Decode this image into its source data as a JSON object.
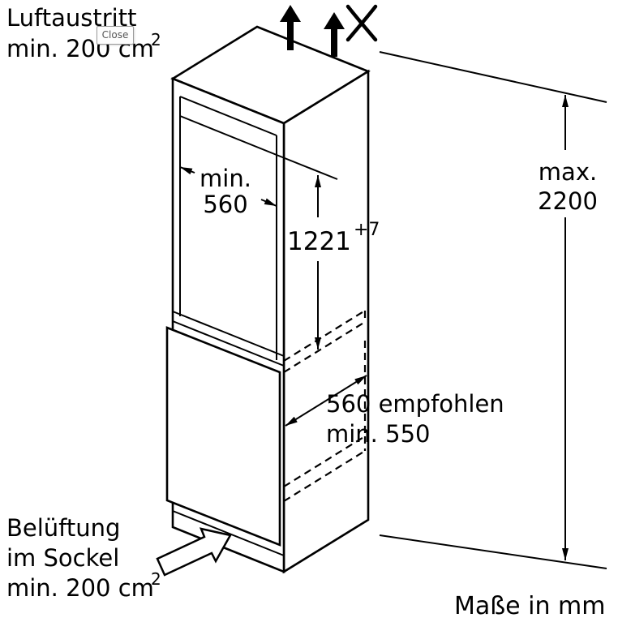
{
  "meta": {
    "colors": {
      "background": "#ffffff",
      "line": "#000000",
      "close_button_border": "#9a9a9a",
      "close_button_text": "#555555"
    }
  },
  "overlay": {
    "close_label": "Close"
  },
  "labels": {
    "air_outlet_line1": "Luftaustritt",
    "air_outlet_line2": "min. 200 cm",
    "air_outlet_sup": "2",
    "niche_width_line1": "min.",
    "niche_width_line2": "560",
    "niche_height_value": "1221",
    "niche_height_sup": "+7",
    "max_height_line1": "max.",
    "max_height_line2": "2200",
    "depth_line1": "560 empfohlen",
    "depth_line2": "min. 550",
    "base_vent_line1": "Belüftung",
    "base_vent_line2": "im Sockel",
    "base_vent_line3": "min. 200 cm",
    "base_vent_sup": "2",
    "units_note": "Maße in mm"
  }
}
